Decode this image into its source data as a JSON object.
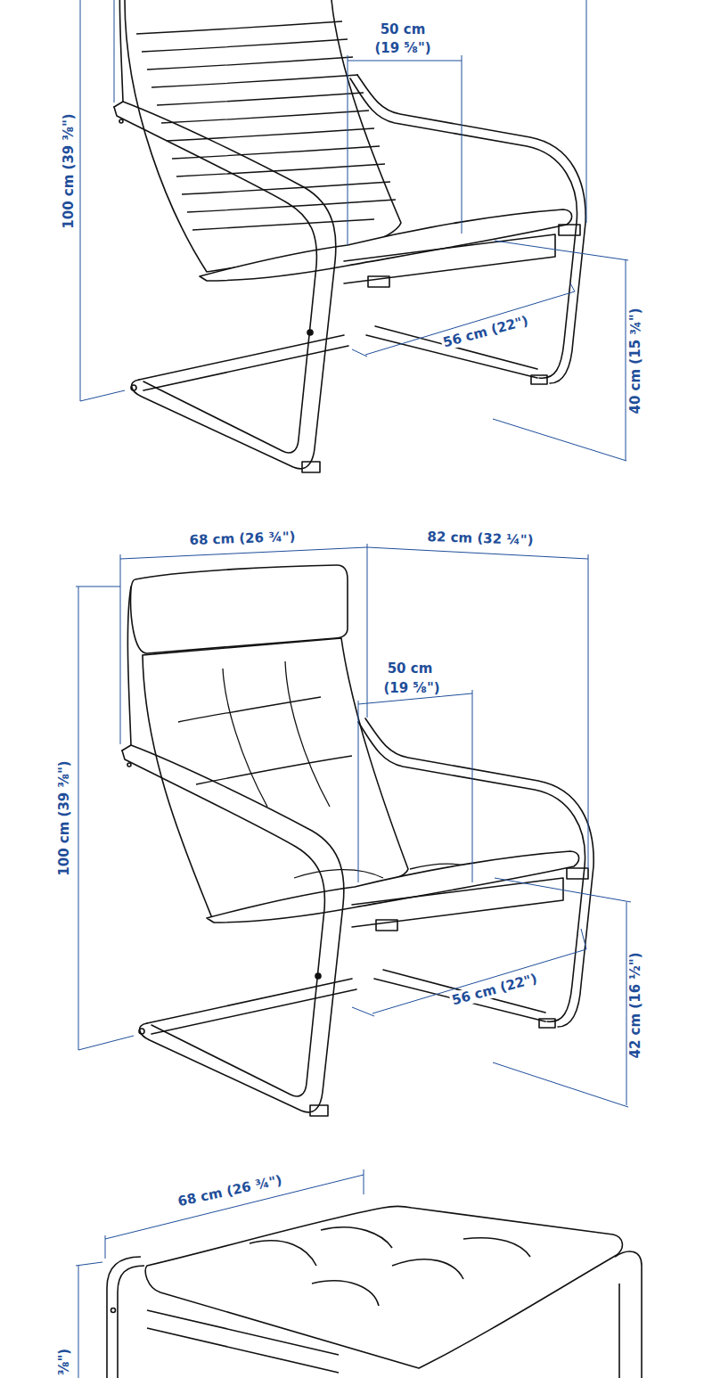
{
  "diagram": {
    "labels": [
      "50 cm",
      "(19 ⅝\")",
      "100 cm (39 ⅜\")",
      "56 cm (22\")",
      "40 cm (15 ¾\")",
      "68 cm (26 ¾\")",
      "82 cm (32 ¼\")",
      "50 cm",
      "(19 ⅝\")",
      "100 cm (39 ⅜\")",
      "56 cm (22\")",
      "42 cm (16 ½\")",
      "68 cm (26 ¾\")",
      "⅜\")"
    ]
  }
}
